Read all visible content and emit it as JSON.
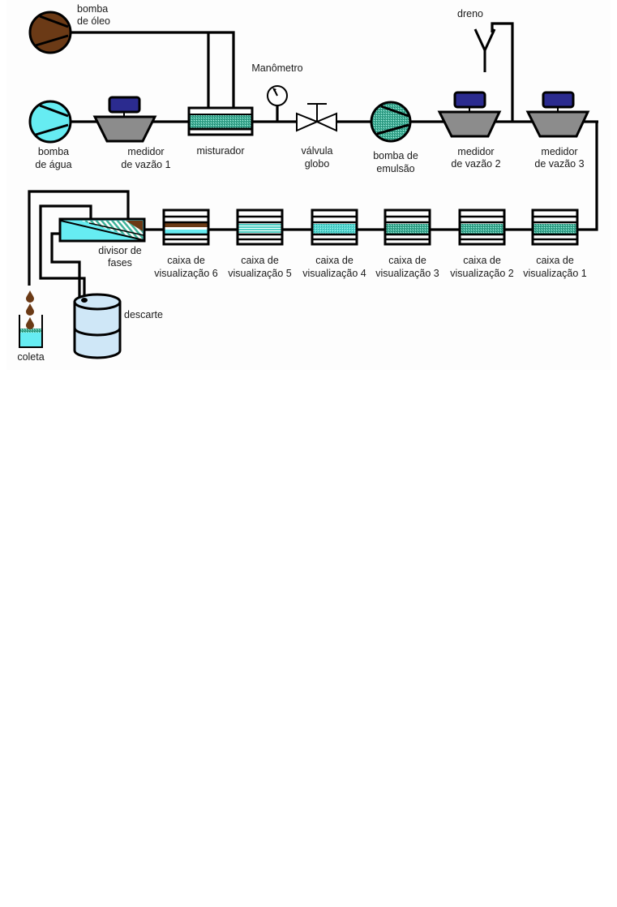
{
  "diagram": {
    "type": "process flow diagram",
    "colors": {
      "oil": "#6b3a16",
      "water": "#66ecf2",
      "emulsion": "#3fb39a",
      "meter_body": "#8c8c8c",
      "meter_display": "#2b2b8f",
      "drum": "#cfe7f7"
    },
    "components": {
      "oil_pump": {
        "label_line1": "bomba",
        "label_line2": "de óleo"
      },
      "water_pump": {
        "label_line1": "bomba",
        "label_line2": "de água"
      },
      "flow_meter_1": {
        "label_line1": "medidor",
        "label_line2": "de vazão 1"
      },
      "mixer": {
        "label": "misturador"
      },
      "manometer": {
        "label": "Manômetro"
      },
      "globe_valve": {
        "label_line1": "válvula",
        "label_line2": "globo"
      },
      "emulsion_pump": {
        "label_line1": "bomba de",
        "label_line2": "emulsão"
      },
      "flow_meter_2": {
        "label_line1": "medidor",
        "label_line2": "de vazão 2"
      },
      "drain": {
        "label": "dreno"
      },
      "flow_meter_3": {
        "label_line1": "medidor",
        "label_line2": "de vazão 3"
      },
      "phase_splitter": {
        "label_line1": "divisor de",
        "label_line2": "fases"
      },
      "collection": {
        "label": "coleta"
      },
      "discard": {
        "label": "descarte"
      }
    },
    "visualization_boxes": [
      {
        "id": 6,
        "label_line1": "caixa de",
        "label_line2": "visualização 6",
        "state": "separated oil/water"
      },
      {
        "id": 5,
        "label_line1": "caixa de",
        "label_line2": "visualização 5",
        "state": "striped emulsion"
      },
      {
        "id": 4,
        "label_line1": "caixa de",
        "label_line2": "visualização 4",
        "state": "light emulsion"
      },
      {
        "id": 3,
        "label_line1": "caixa de",
        "label_line2": "visualização 3",
        "state": "emulsion"
      },
      {
        "id": 2,
        "label_line1": "caixa de",
        "label_line2": "visualização 2",
        "state": "dense emulsion"
      },
      {
        "id": 1,
        "label_line1": "caixa de",
        "label_line2": "visualização 1",
        "state": "dense emulsion"
      }
    ]
  }
}
